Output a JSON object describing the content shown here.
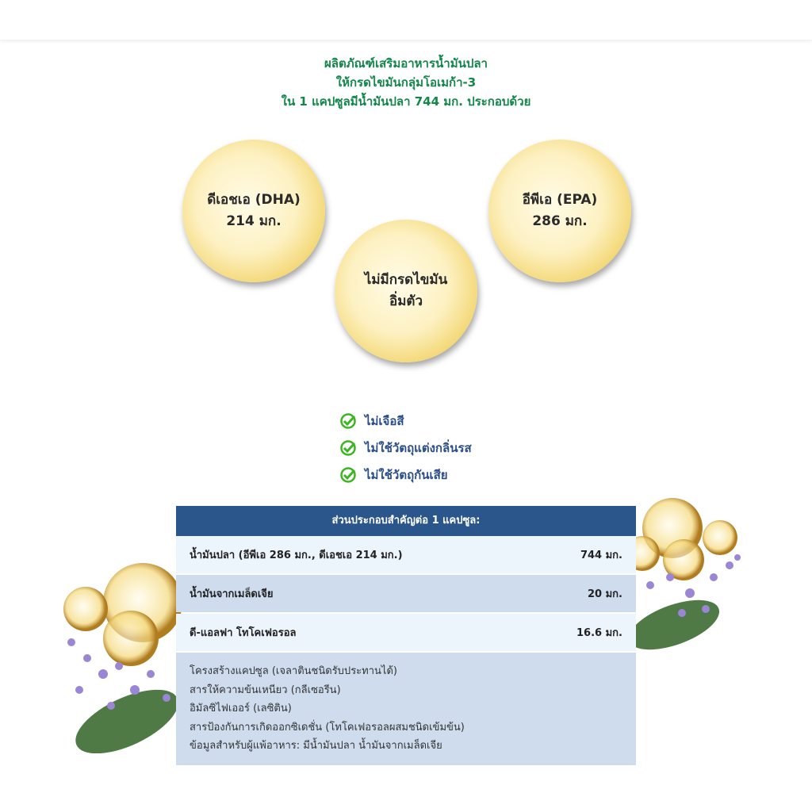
{
  "headline": [
    "ผลิตภัณฑ์เสริมอาหารน้ำมันปลา",
    "ให้กรดไขมันกลุ่มโอเมก้า-3",
    "ใน 1 แคปซูลมีน้ำมันปลา 744 มก. ประกอบด้วย"
  ],
  "capsules": {
    "dha": {
      "line1": "ดีเอชเอ (DHA)",
      "line2": "214 มก."
    },
    "epa": {
      "line1": "อีพีเอ (EPA)",
      "line2": "286 มก."
    },
    "sat": {
      "line1": "ไม่มีกรดไขมัน",
      "line2": "อิ่มตัว"
    }
  },
  "checks": [
    "ไม่เจือสี",
    "ไม่ใช้วัตถุแต่งกลิ่นรส",
    "ไม่ใช้วัตถุกันเสีย"
  ],
  "colors": {
    "green": "#13864a",
    "navy": "#2b568c",
    "check": "#3cb521"
  },
  "table": {
    "header": "ส่วนประกอบสำคัญต่อ 1 แคปซูล:",
    "rows": [
      {
        "name": "น้ำมันปลา (อีพีเอ 286 มก., ดีเอชเอ 214 มก.)",
        "amount": "744 มก."
      },
      {
        "name": "น้ำมันจากเมล็ดเจีย",
        "amount": "20 มก."
      },
      {
        "name": "ดี-แอลฟา โทโคเฟอรอล",
        "amount": "16.6 มก."
      }
    ],
    "notes": [
      "โครงสร้างแคปซูล (เจลาตินชนิดรับประทานได้)",
      "สารให้ความข้นเหนียว (กลีเซอรีน)",
      "อิมัลซิไฟเออร์ (เลซิติน)",
      "สารป้องกันการเกิดออกซิเดชั่น (โทโคเฟอรอลผสมชนิดเข้มข้น)",
      "ข้อมูลสำหรับผู้แพ้อาหาร: มีน้ำมันปลา น้ำมันจากเมล็ดเจีย"
    ]
  }
}
